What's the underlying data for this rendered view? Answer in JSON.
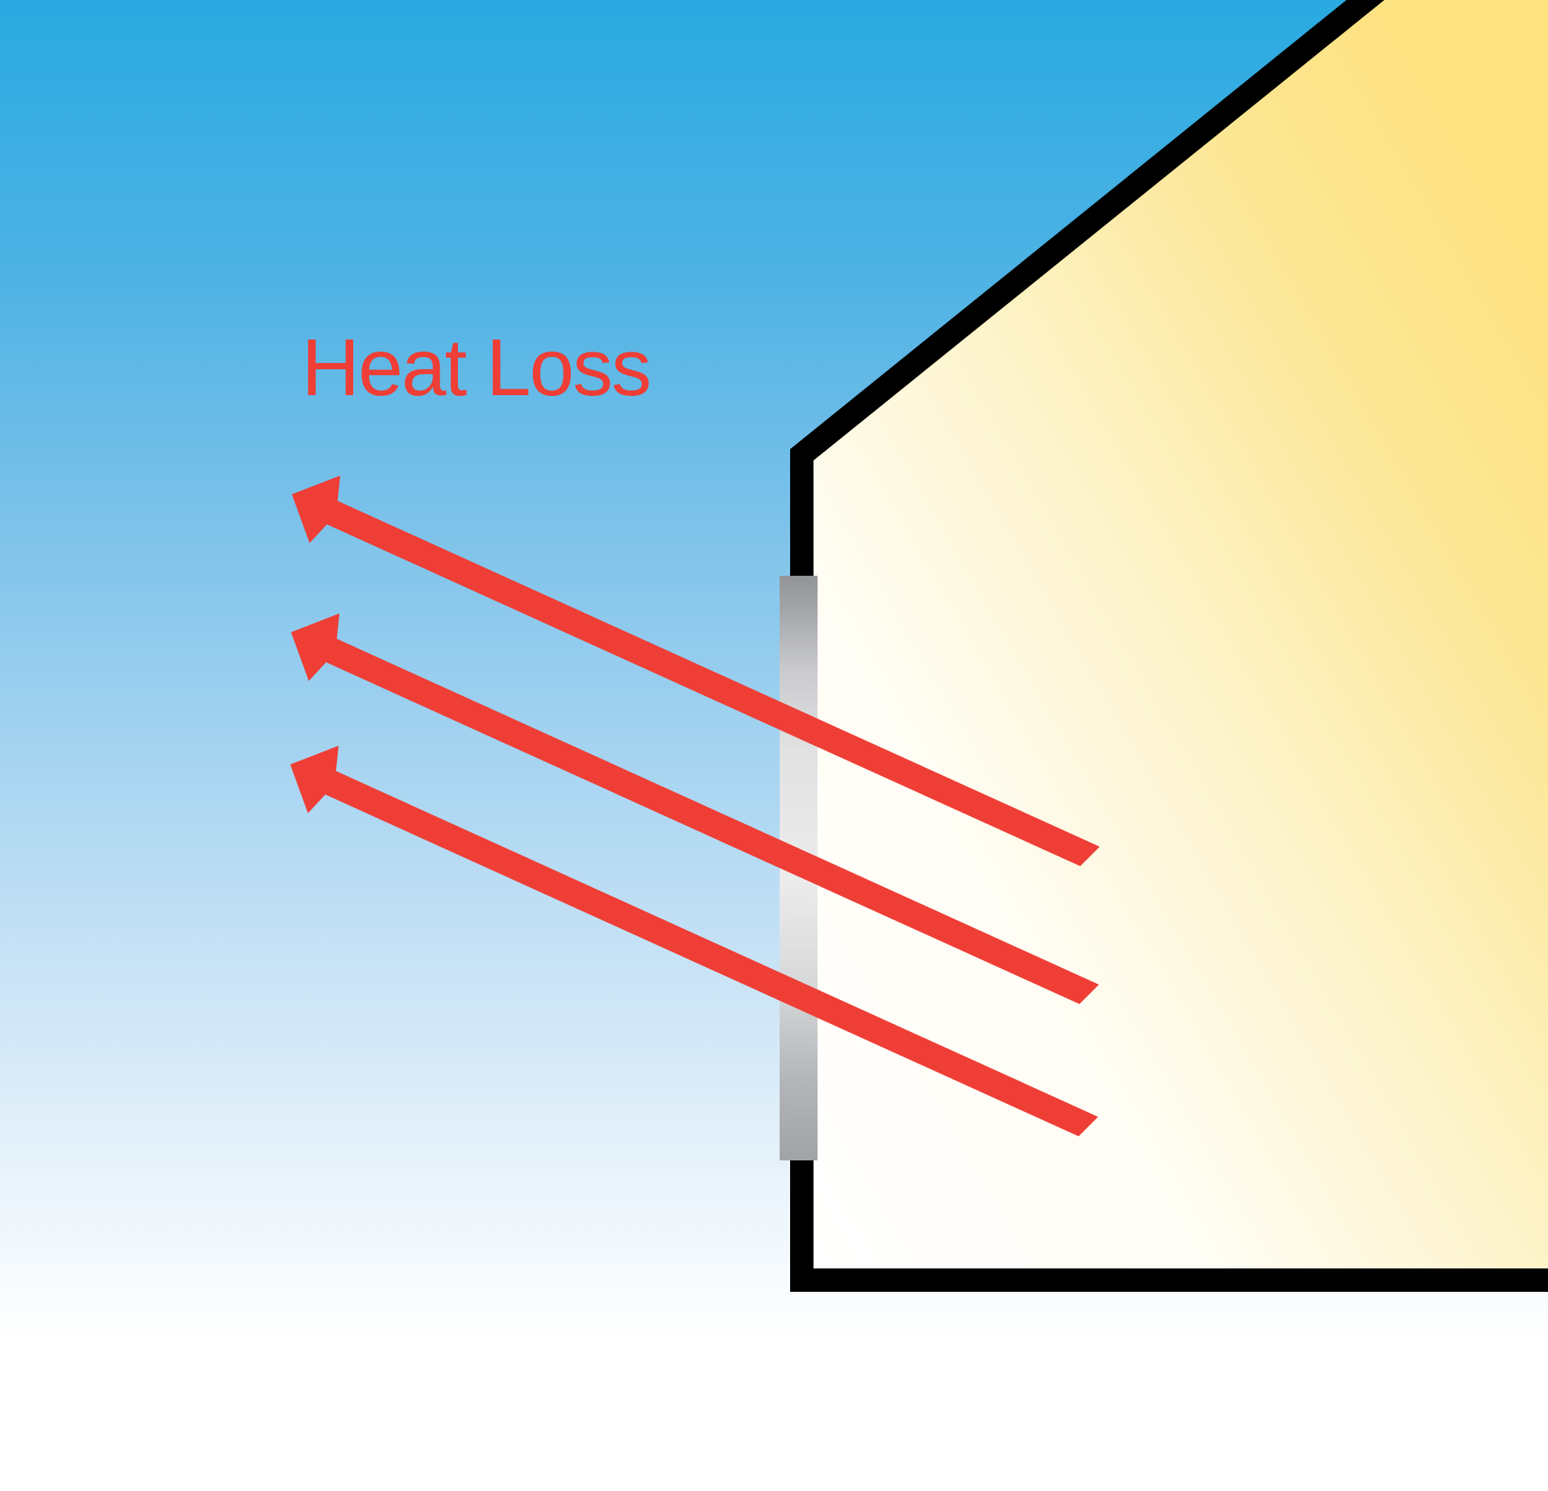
{
  "label": {
    "text": "Heat Loss"
  },
  "diagram": {
    "subject": "house-corner-with-window",
    "arrows": {
      "count": 3,
      "direction": "up-left",
      "from": "window-pane",
      "to": "sky"
    }
  },
  "colors": {
    "sky_top": "#29aae1",
    "sky_bottom": "#ffffff",
    "house_fill_bottom_left": "#ffffff",
    "house_fill_top_right": "#fde47f",
    "outline_black": "#000000",
    "window_gray_dark": "#a0a2a5",
    "window_gray_light": "#ececec",
    "arrow_red": "#ee3e36",
    "label_red": "#ee3e36"
  }
}
